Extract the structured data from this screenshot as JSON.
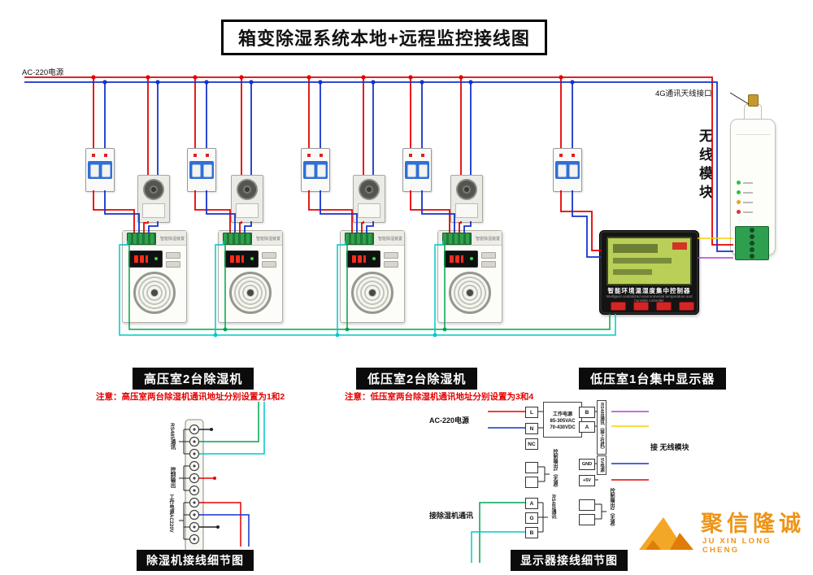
{
  "title": "箱变除湿系统本地+远程监控接线图",
  "power": {
    "label": "AC-220电源"
  },
  "wireless_module": {
    "label": "无线模块",
    "antenna_label": "4G通讯天线接口"
  },
  "controller": {
    "title": "智能环境温湿度集中控制器",
    "subtitle": "Intelligent centralized environmental temperature and humidity controller"
  },
  "dehumidifier": {
    "top_label": "智能除湿装置"
  },
  "sections": {
    "high_voltage": {
      "label": "高压室2台除湿机",
      "note": "注意：高压室两台除湿机通讯地址分别设置为1和2"
    },
    "low_voltage": {
      "label": "低压室2台除湿机",
      "note": "注意：低压室两台除湿机通讯地址分别设置为3和4"
    },
    "display": {
      "label": "低压室1台集中显示器"
    }
  },
  "detail_dehumidifier": {
    "caption": "除湿机接线细节图",
    "groups": [
      {
        "label": "RS485通讯"
      },
      {
        "label": "控制输出"
      },
      {
        "label": "工作电源AC220V"
      }
    ]
  },
  "detail_display": {
    "caption": "显示器接线细节图",
    "ac_label": "AC-220电源",
    "power_box_line1": "工作电源",
    "power_box_line2": "85-305VAC",
    "power_box_line3": "70-430VDC",
    "terminals_left": [
      "L",
      "N",
      "NC",
      "",
      "",
      "A",
      "G",
      "B"
    ],
    "ctrl1_label": "控制输出1（无源）",
    "rs485_dehum_label": "RS485通讯",
    "dehum_comm_label": "接除湿机通讯",
    "terminals_right": [
      "B",
      "A",
      "GND",
      "+5V",
      "",
      ""
    ],
    "rs485_host_label": "RS485通讯（接上位机）",
    "v5_label": "5V电源",
    "module_link_label": "接 无线模块",
    "ctrl2_label": "控制输出2（无源）"
  },
  "logo": {
    "cn": "聚信隆诚",
    "en": "JU XIN LONG CHENG"
  },
  "colors": {
    "live_wire": "#e60000",
    "neutral_wire": "#1433cc",
    "comm_green": "#00a550",
    "comm_cyan": "#00c8c8",
    "rs485_yellow": "#f7d000",
    "rs485_purple": "#b040d0",
    "brand_orange": "#ef9418"
  }
}
